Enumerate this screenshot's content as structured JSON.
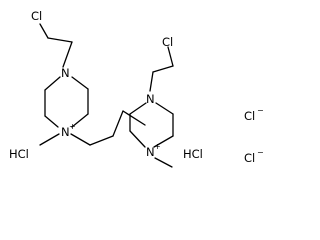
{
  "molecule": {
    "labels": {
      "cl_left": "Cl",
      "cl_right": "Cl",
      "n_top_left": "N",
      "n_bottom_left": "N",
      "n_top_right": "N",
      "n_bottom_right": "N",
      "plus_charge": "+",
      "chloride_top": "Cl",
      "chloride_bottom": "Cl",
      "minus_charge": "−",
      "hcl_left": "HCl",
      "hcl_right": "HCl"
    }
  }
}
